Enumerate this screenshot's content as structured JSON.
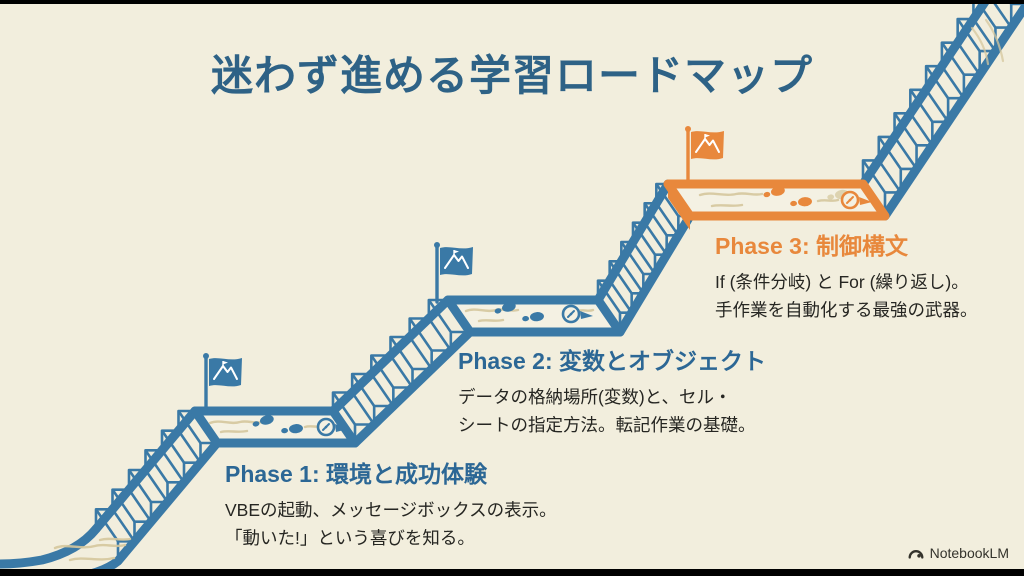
{
  "title": "迷わず進める学習ロードマップ",
  "phases": [
    {
      "id": "phase-1",
      "heading": "Phase 1: 環境と成功体験",
      "body": "VBEの起動、メッセージボックスの表示。\n「動いた!」という喜びを知る。",
      "accent": "#2c6795"
    },
    {
      "id": "phase-2",
      "heading": "Phase 2: 変数とオブジェクト",
      "body": "データの格納場所(変数)と、セル・\nシートの指定方法。転記作業の基礎。",
      "accent": "#2c6795"
    },
    {
      "id": "phase-3",
      "heading": "Phase 3: 制御構文",
      "body": "If (条件分岐) と For (繰り返し)。\n手作業を自動化する最強の武器。",
      "accent": "#e8883c"
    }
  ],
  "footer": {
    "brand": "NotebookLM"
  },
  "icons": {
    "flag": "mountain-flag-icon",
    "compass": "compass-icon",
    "footprints": "footprints-icon",
    "brand": "notebooklm-logo-icon"
  },
  "colors": {
    "background": "#f2eedd",
    "letterbox": "#000000",
    "title": "#2e6286",
    "stair_blue": "#3a79a6",
    "accent_orange": "#e8883c",
    "platform_fill": "#f4f1e3",
    "sand": "#d5c79c",
    "body_text": "#262622",
    "footer_text": "#34332c"
  }
}
